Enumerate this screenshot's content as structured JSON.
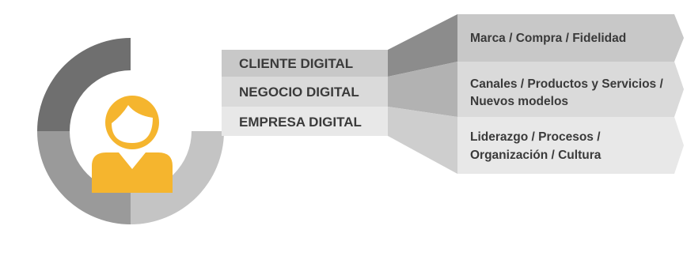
{
  "levels": [
    {
      "label": "CLIENTE DIGITAL",
      "color": "#c8c8c8"
    },
    {
      "label": "NEGOCIO DIGITAL",
      "color": "#dadada"
    },
    {
      "label": "EMPRESA DIGITAL",
      "color": "#e8e8e8"
    }
  ],
  "areas": [
    {
      "lines": [
        "Marca / Compra / Fidelidad"
      ],
      "color": "#c8c8c8"
    },
    {
      "lines": [
        "Canales / Productos y Servicios /",
        "Nuevos modelos"
      ],
      "color": "#dadada"
    },
    {
      "lines": [
        "Liderazgo / Procesos /",
        "Organización / Cultura"
      ],
      "color": "#e8e8e8"
    }
  ],
  "colors": {
    "ring_dark": "#6f6f6f",
    "ring_mid": "#9a9a9a",
    "ring_light": "#c4c4c4",
    "connector_dark": "#8c8c8c",
    "connector_mid": "#b2b2b2",
    "connector_light": "#cecece",
    "person": "#f5b52e",
    "person_detail": "#ffffff"
  },
  "icons": {
    "center": "person-icon"
  }
}
